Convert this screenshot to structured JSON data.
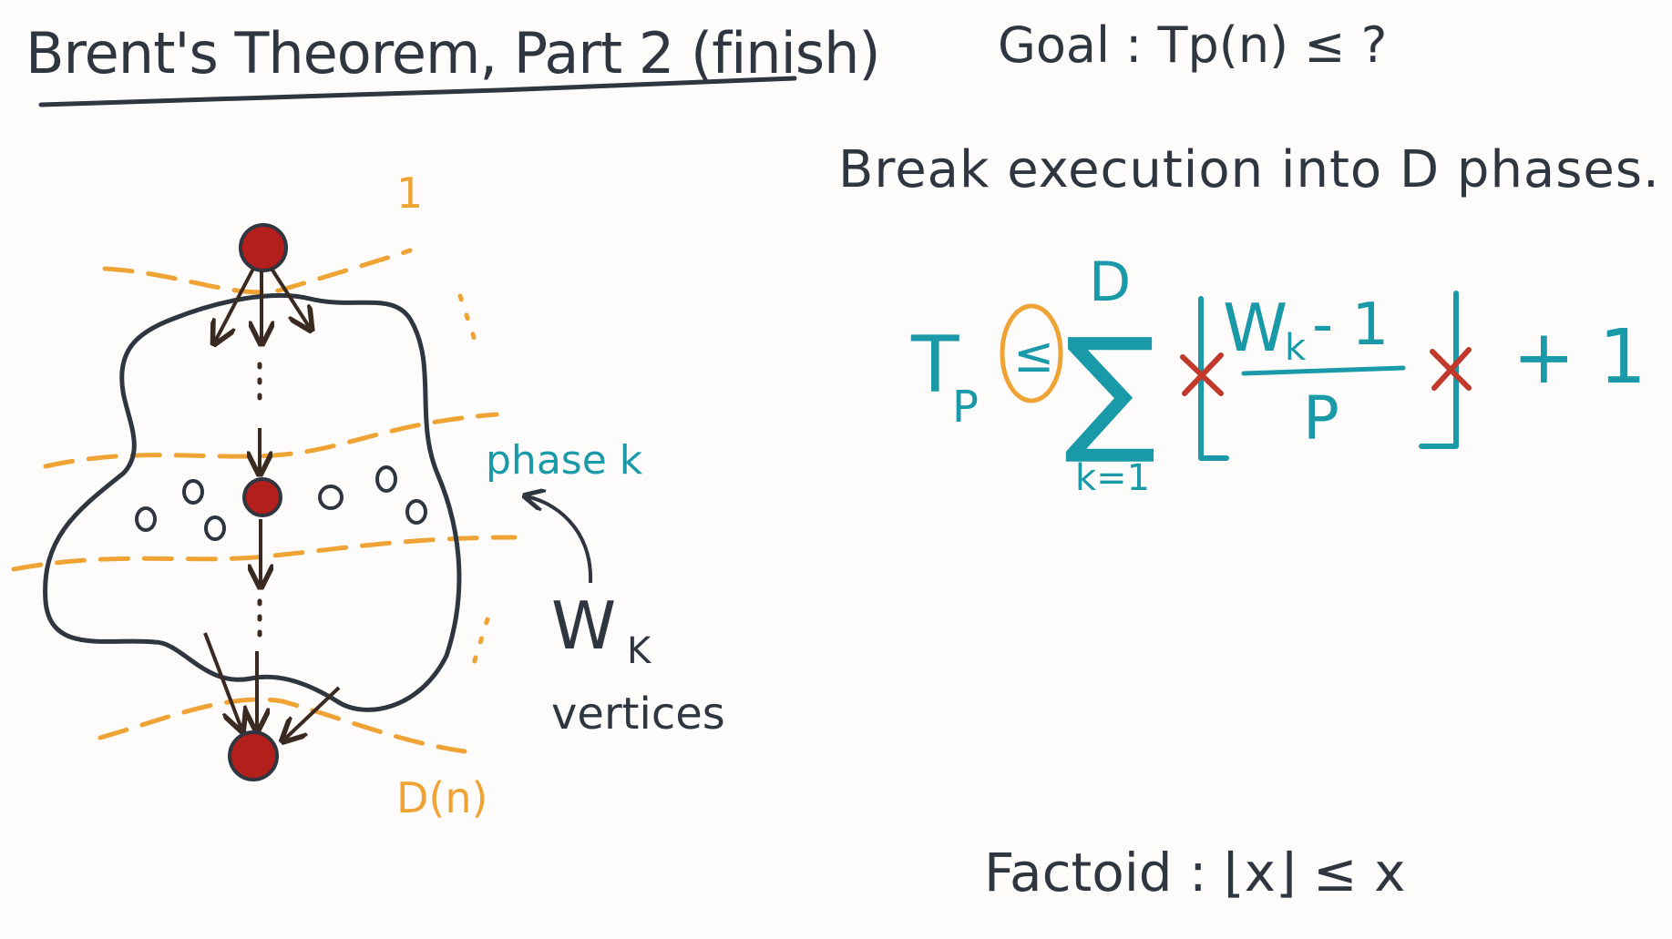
{
  "title": "Brent's Theorem, Part 2 (finish)",
  "goal": "Goal :  Tp(n) ≤ ?",
  "statement": "Break execution into D phases.",
  "diagram": {
    "phase_first_label": "1",
    "phase_last_label": "D(n)",
    "phase_k_label": "phase k",
    "wk_label": "W",
    "wk_sub": "K",
    "vertices_label": "vertices"
  },
  "formula": {
    "lhs_T": "T",
    "lhs_sub": "P",
    "relation": "≤",
    "sum_top": "D",
    "sum_symbol": "∑",
    "sum_bottom": "k=1",
    "numerator": "W",
    "numerator_sub": "k",
    "numerator_rest": " - 1",
    "denominator": "P",
    "plus_one": "+ 1"
  },
  "factoid": "Factoid :  ⌊x⌋ ≤ x",
  "colors": {
    "ink": "#2f3640",
    "teal": "#1a9aa8",
    "orange": "#f0a335",
    "red": "#c0392b",
    "vertex": "#b3201c"
  }
}
